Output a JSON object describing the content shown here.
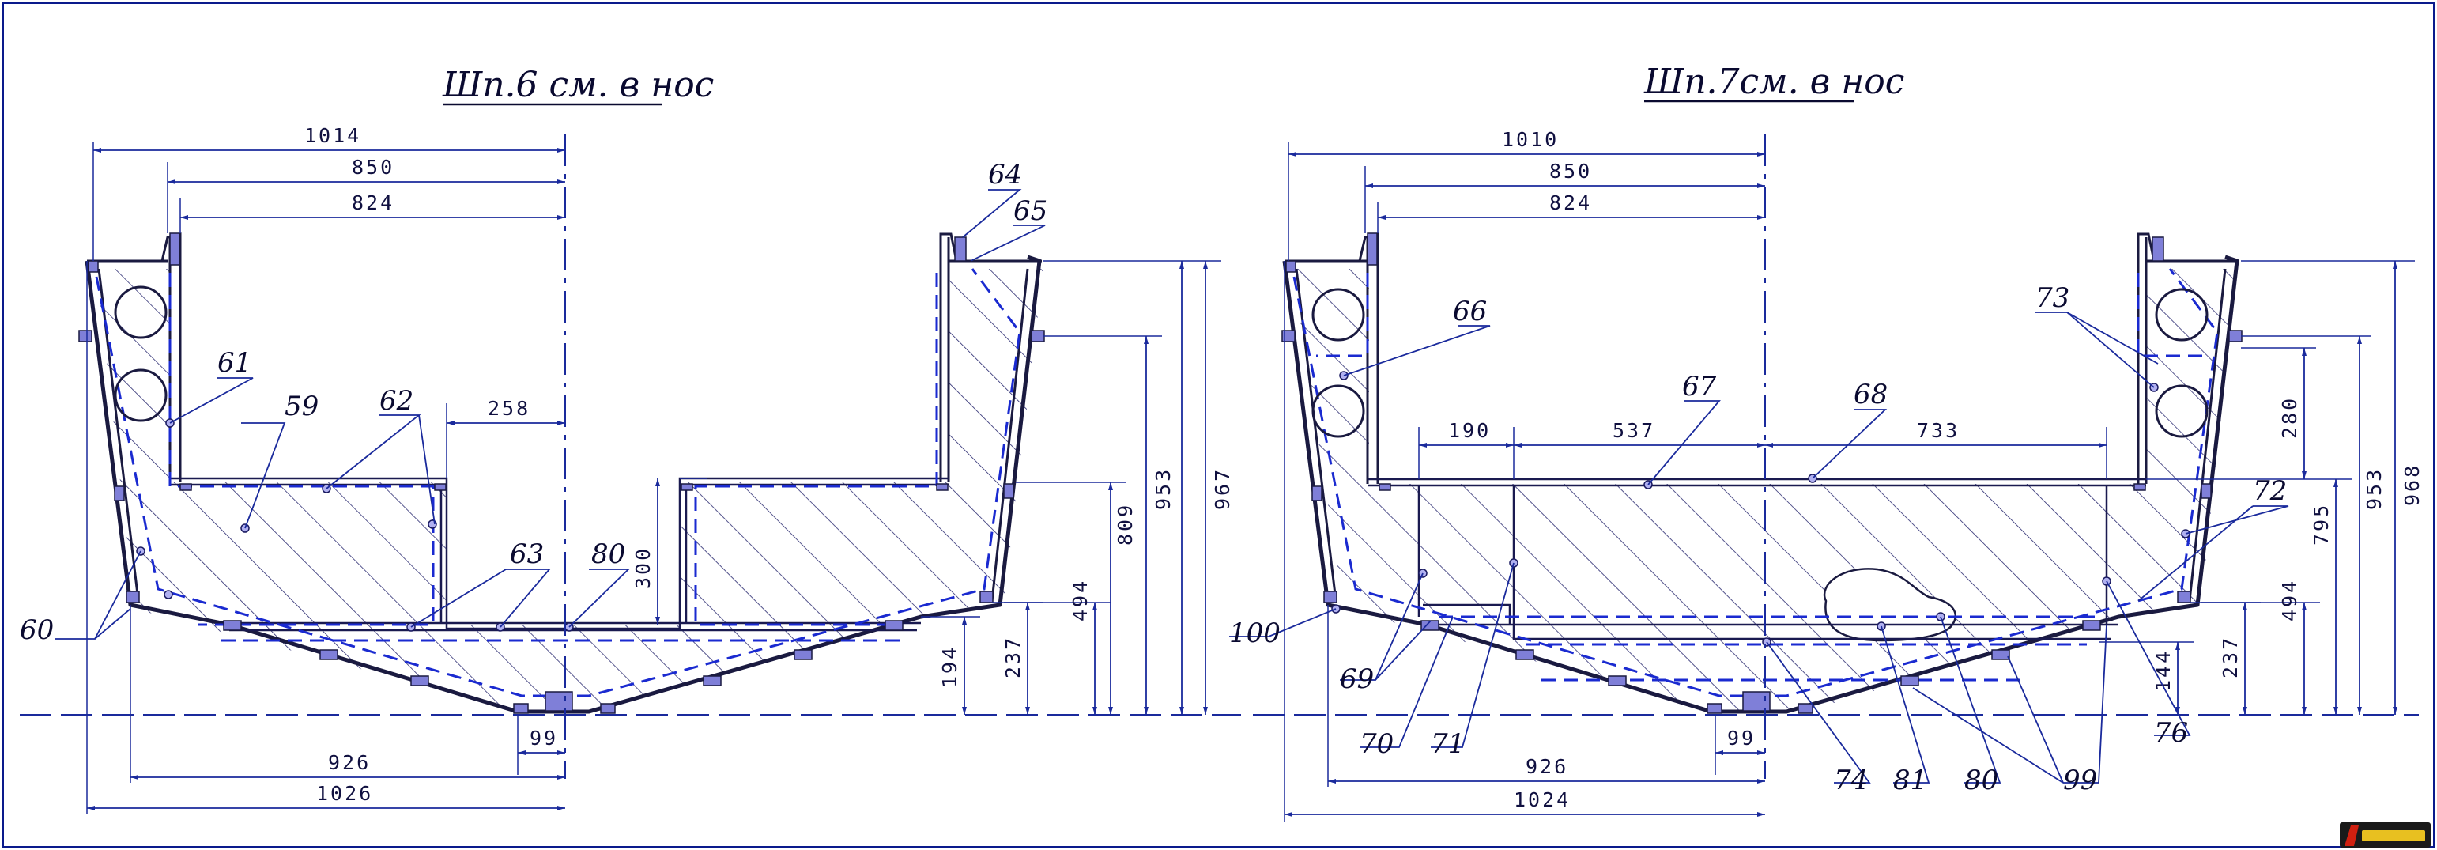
{
  "titles": {
    "left": "Шп.6 см. в нос",
    "right": "Шп.7см. в нос"
  },
  "left_dims": {
    "w1014": "1014",
    "w850": "850",
    "w824": "824",
    "w258": "258",
    "h300": "300",
    "w99": "99",
    "w926": "926",
    "w1026": "1026",
    "h194": "194",
    "h237": "237",
    "h494": "494",
    "h809": "809",
    "h953": "953",
    "h967": "967"
  },
  "right_dims": {
    "w1010": "1010",
    "w850": "850",
    "w824": "824",
    "w190": "190",
    "w537": "537",
    "w733": "733",
    "w99": "99",
    "w926": "926",
    "w1024": "1024",
    "h144": "144",
    "h237": "237",
    "h494": "494",
    "h280": "280",
    "h795": "795",
    "h953": "953",
    "h968": "968"
  },
  "left_labels": {
    "l59": "59",
    "l60": "60",
    "l61": "61",
    "l62": "62",
    "l63": "63",
    "l64": "64",
    "l65": "65",
    "l80": "80"
  },
  "right_labels": {
    "l66": "66",
    "l67": "67",
    "l68": "68",
    "l69": "69",
    "l70": "70",
    "l71": "71",
    "l72": "72",
    "l73": "73",
    "l74": "74",
    "l76": "76",
    "l80": "80",
    "l81": "81",
    "l99": "99",
    "l100": "100"
  },
  "colors": {
    "dimension_lines": "#1a2a9c",
    "hull_outline": "#1a1a40",
    "dashed_frame": "#1a2ad0",
    "plates": "#7f7fd8"
  }
}
